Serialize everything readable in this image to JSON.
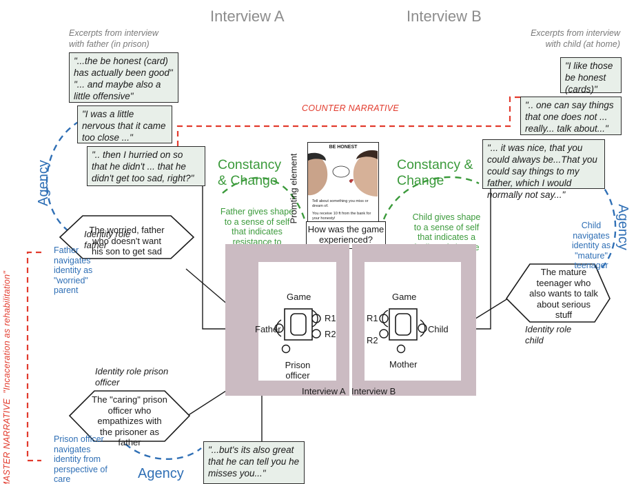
{
  "headers": {
    "interview_a": "Interview A",
    "interview_b": "Interview B"
  },
  "excerpts": {
    "father_caption_1": "Excerpts from interview",
    "father_caption_2": "with father (in prison)",
    "child_caption_1": "Excerpts from interview",
    "child_caption_2": "with child (at home)"
  },
  "quotes": {
    "father_1": "\"...the be honest (card) has actually been good\" \"... and maybe also a little offensive\"",
    "father_2": "\"I was a little nervous that it came too close ...\"",
    "father_3": "\".. then I hurried on so that he didn't ... that he didn't get too sad, right?\"",
    "child_1": "\"I like those be honest (cards)\"",
    "child_2": "\".. one can say things that one does not ... really... talk about...\"",
    "child_3": "\"... it was nice, that you could always be...That you could say things to my father, which I would normally not say...\"",
    "officer_1": "\"...but's its also great that he can tell you he misses you...\""
  },
  "narratives": {
    "counter": "COUNTER NARRATIVE",
    "master_label": "MASTER NARRATIVE",
    "master_quote": "\"Incaceration as rehabilitation\""
  },
  "themes": {
    "constancy_left": "Constancy & Change",
    "constancy_right": "Constancy & Change",
    "father_shape": "Father gives shape to a sense of self that indicates resistance to change",
    "child_shape": "Child gives shape to a sense of self that indicates a feeling of change"
  },
  "agency": {
    "left": "Agency",
    "bottom": "Agency",
    "right": "Agency"
  },
  "identity": {
    "father_role": "Identity role father",
    "father_hex": "The worried, father who doesn't want his son to get sad",
    "father_navigates": "Father navigates identity as \"worried\" parent",
    "officer_role": "Identity role prison officer",
    "officer_hex": "The \"caring\" prison officer who empathizes with the prisoner as father",
    "officer_navigates": "Prison officer navigates identity from perspective of care",
    "child_role": "Identity role child",
    "child_hex": "The mature teenager who also wants to talk about serious stuff",
    "child_navigates": "Child navigates identity as \"mature\" teenager"
  },
  "prompt": {
    "vertical_label": "Promting element",
    "card_title": "BE HONEST",
    "card_text_1": "Tell about something you miss or dream of.",
    "card_text_2": "You receive 10 ft from the bank for your honesty!",
    "question": "How was the game experienced?"
  },
  "rooms": {
    "a_label": "Interview A",
    "b_label": "Interview B",
    "a_game": "Game",
    "b_game": "Game",
    "a_r1": "R1",
    "a_r2": "R2",
    "b_r1": "R1",
    "b_r2": "R2",
    "father": "Father",
    "child": "Child",
    "officer": "Prison officer",
    "mother": "Mother"
  }
}
